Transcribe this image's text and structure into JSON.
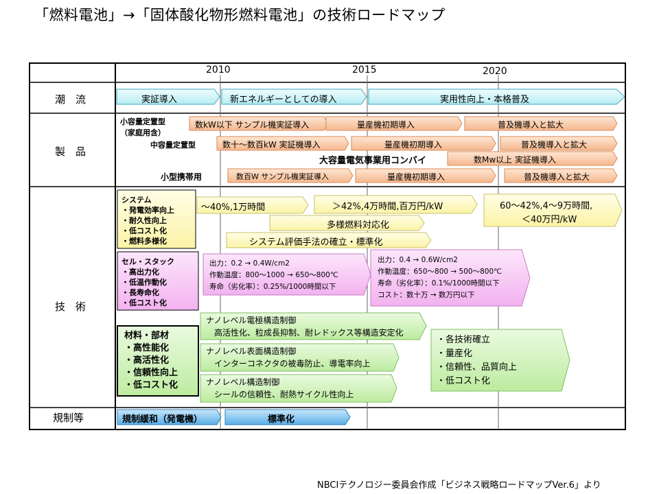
{
  "title": "「燃料電池」→「固体酸化物形燃料電池」の技術ロードマップ",
  "footer": "NBCIテクノロジー委員会作成「ビジネス戦略ロードマップVer.6」より",
  "colors": {
    "cyan": "#d8f6f9",
    "orange": "#fbd3b5",
    "yellow": "#fffdc9",
    "pink": "#f9c8f7",
    "green": "#d4f4bf",
    "blue": "#8ec8ef"
  },
  "years": [
    "2010",
    "2015",
    "2020"
  ],
  "rows": {
    "trend": "潮　流",
    "product": "製　品",
    "tech": "技　術",
    "reg": "規制等"
  },
  "trend": [
    "実証導入",
    "新エネルギーとしての導入",
    "実用性向上・本格普及"
  ],
  "products": {
    "small": {
      "label": "小容量定置型",
      "sub": "（家庭用含）",
      "bars": [
        "数kW以下 サンプル機実証導入",
        "量産機初期導入",
        "普及機導入と拡大"
      ]
    },
    "medium": {
      "label": "中容量定置型",
      "bars": [
        "数十～数百kW 実証機導入",
        "量産機初期導入",
        "普及機導入と拡大"
      ]
    },
    "large": {
      "label": "大容量電気事業用コンバイ",
      "bars": [
        "数Mw以上 実証機導入"
      ]
    },
    "portable": {
      "label": "小型携帯用",
      "bars": [
        "数百W サンプル機実証導入",
        "量産機初期導入",
        "普及機導入と拡大"
      ]
    }
  },
  "system": {
    "box": [
      "システム",
      "・発電効率向上",
      "・耐久性向上",
      "・低コスト化",
      "・燃料多様化"
    ],
    "bars": [
      "～40%,1万時間",
      "＞42%,4万時間,百万円/kW",
      "60～42%,4～9万時間,",
      "＜40万円/kW",
      "多様燃料対応化",
      "システム評価手法の確立・標準化"
    ]
  },
  "cell": {
    "box": [
      "セル・スタック",
      "・高出力化",
      "・低温作動化",
      "・長寿命化",
      "・低コスト化"
    ],
    "bar1": [
      "出力：0.2 → 0.4W/cm2",
      "作動温度：800～1000 → 650～800℃",
      "寿命（劣化率）：0.25%/1000時間以下"
    ],
    "bar2": [
      "出力：0.4 → 0.6W/cm2",
      "作動温度：650～800 → 500～800℃",
      "寿命（劣化率）：0.1%/1000時間以下",
      "コスト：数十万 → 数万円以下"
    ]
  },
  "material": {
    "box": [
      "材料・部材",
      "・高性能化",
      "・高活性化",
      "・信頼性向上",
      "・低コスト化"
    ],
    "bars": [
      [
        "ナノレベル電極構造制御",
        "高活性化、粒成長抑制、耐レドックス等構造安定化"
      ],
      [
        "ナノレベル表面構造制御",
        "インターコネクタの被毒防止、導電率向上"
      ],
      [
        "ナノレベル構造制御",
        "シールの信頼性、耐熱サイクル性向上"
      ]
    ],
    "goal": [
      "・各技術確立",
      "・量産化",
      "・信頼性、品質向上",
      "・低コスト化"
    ]
  },
  "regulation": [
    "規制緩和（発電機）",
    "標準化"
  ]
}
